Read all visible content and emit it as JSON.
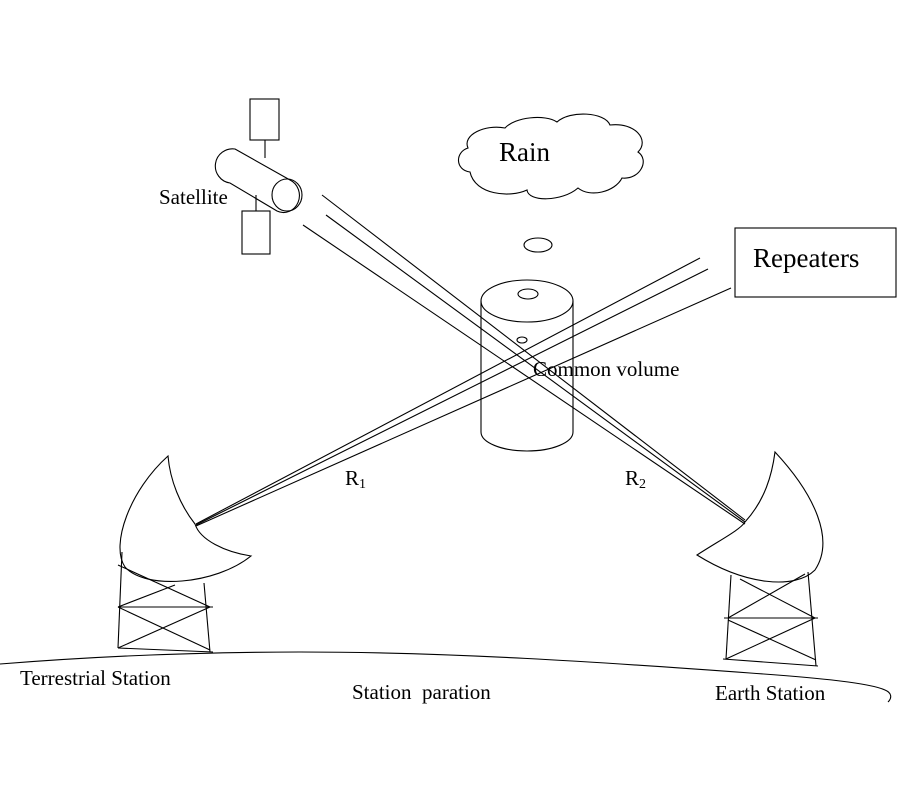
{
  "diagram": {
    "title": "Rain scatter interference between terrestrial and earth stations",
    "labels": {
      "satellite": "Satellite",
      "rain": "Rain",
      "repeaters": "Repeaters",
      "common_volume": "Common volume",
      "r1": "R",
      "r1_sub": "1",
      "r2": "R",
      "r2_sub": "2",
      "terrestrial_station": "Terrestrial Station",
      "station_separation": "Station  paration",
      "earth_station": "Earth Station"
    },
    "colors": {
      "stroke": "#000000",
      "background": "#ffffff"
    }
  }
}
